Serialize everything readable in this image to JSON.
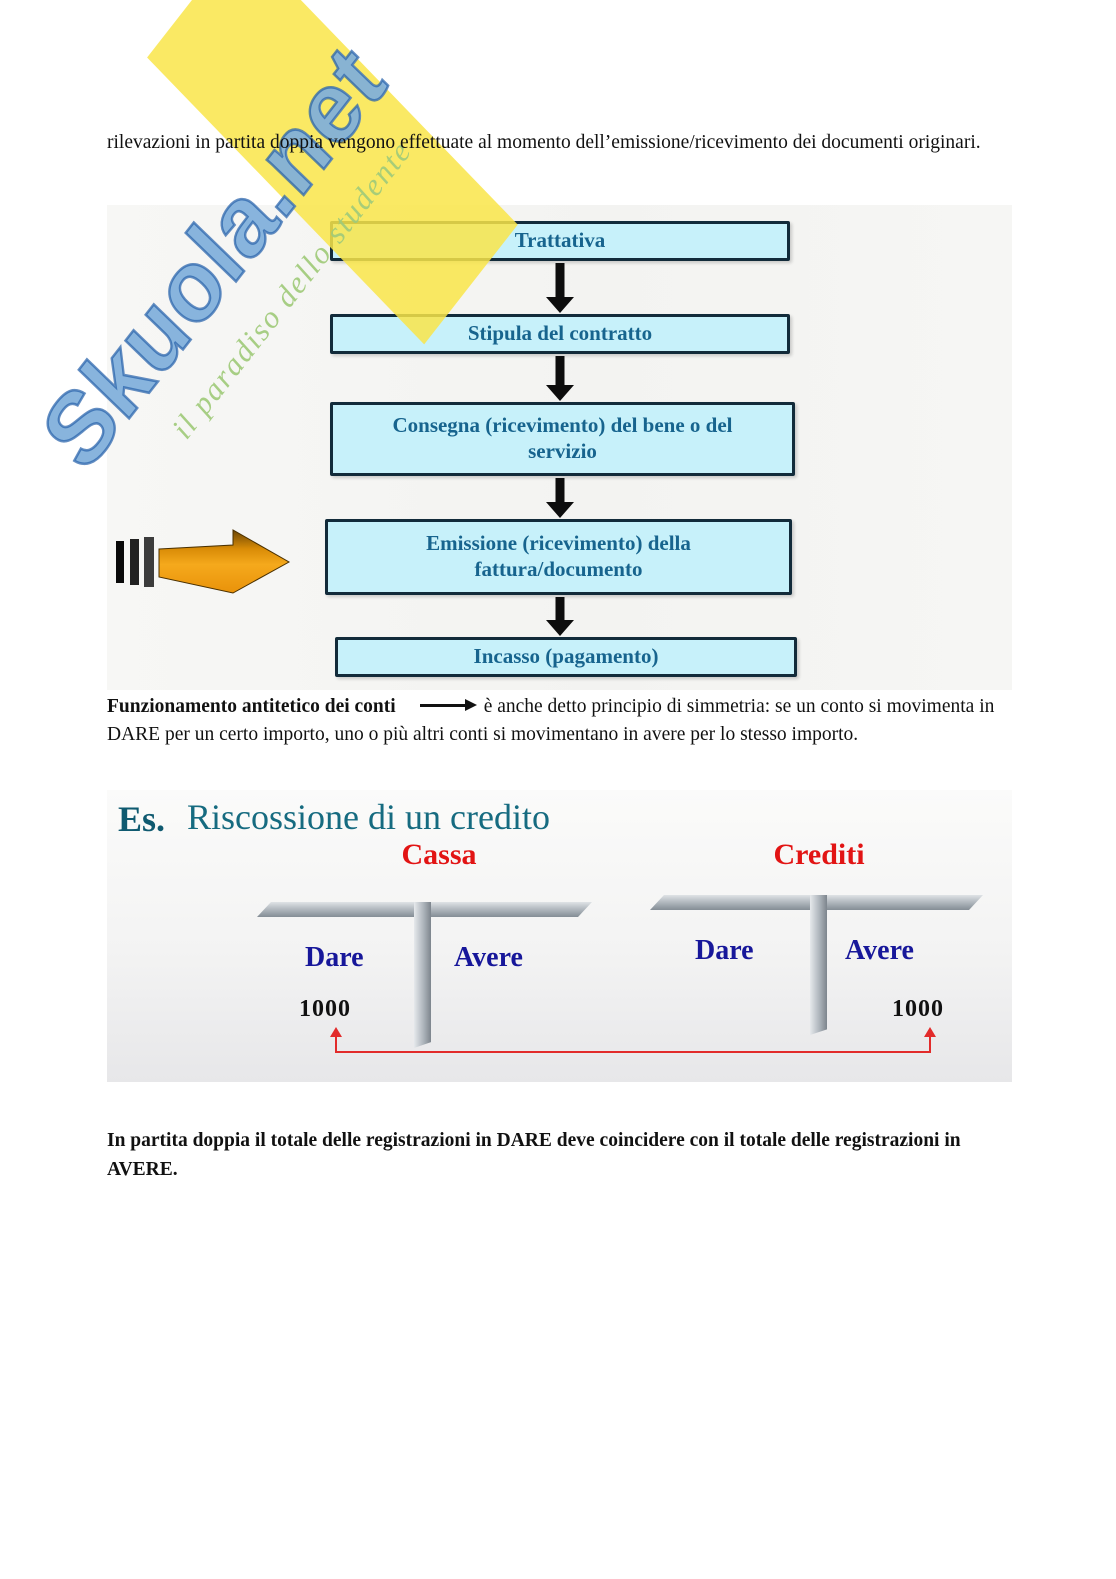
{
  "watermark": {
    "brand": "Skuola.net",
    "tagline": "il paradiso dello studente"
  },
  "intro": {
    "text": "rilevazioni in partita doppia vengono effettuate al momento dell’emissione/ricevimento dei documenti originari."
  },
  "flowchart": {
    "steps": [
      {
        "label": "Trattativa",
        "highlighted": false
      },
      {
        "label": "Stipula del contratto",
        "highlighted": false
      },
      {
        "label": "Consegna (ricevimento) del bene o del servizio",
        "highlighted": false
      },
      {
        "label": "Emissione (ricevimento) della fattura/documento",
        "highlighted": true
      },
      {
        "label": "Incasso (pagamento)",
        "highlighted": false
      }
    ]
  },
  "symmetry": {
    "lead": "Funzionamento antitetico dei conti",
    "body": "è anche detto principio di simmetria: se un conto si movimenta in DARE per un certo importo, uno o più altri conti si movimentano in avere per lo stesso importo."
  },
  "example": {
    "label": "Es.",
    "title": "Riscossione di un credito",
    "accounts": [
      {
        "name": "Cassa",
        "debit_label": "Dare",
        "credit_label": "Avere",
        "debit_value": "1000",
        "credit_value": ""
      },
      {
        "name": "Crediti",
        "debit_label": "Dare",
        "credit_label": "Avere",
        "debit_value": "",
        "credit_value": "1000"
      }
    ]
  },
  "conclusion": {
    "text": "In partita doppia il totale delle registrazioni in DARE deve coincidere con il totale delle registrazioni in AVERE."
  },
  "colors": {
    "box_fill": "#c7f1fa",
    "box_border": "#122b3a",
    "box_text": "#17648e",
    "account_name_red": "#e21414",
    "column_label_blue": "#17179a",
    "connector_red": "#e22b2b",
    "title_teal": "#166b80",
    "highlight_arrow_orange": "#f5a91c",
    "watermark_blue": "#6ea3d6",
    "watermark_yellow": "#f9e549",
    "watermark_green": "#a0ca7a"
  }
}
